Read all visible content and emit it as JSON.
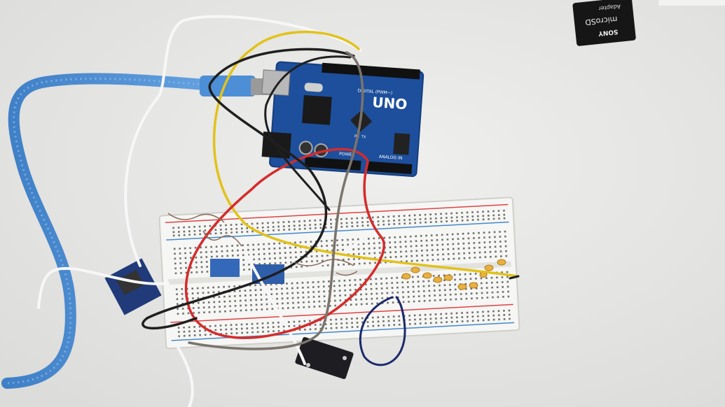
{
  "photo": {
    "background_color": "#e8e8e6",
    "board": {
      "brand": "UNO",
      "label_digital": "DIGITAL (PWM~)",
      "label_power": "POWER",
      "label_analog": "ANALOG IN",
      "label_tx": "TX",
      "label_rx": "RX",
      "color": "#1d4f9c"
    },
    "sd_adapter": {
      "line1": "Adapter",
      "line2": "microSD",
      "brand": "SONY"
    },
    "wire_colors": {
      "usb": "#4f8fd3",
      "red": "#d42c2c",
      "yellow": "#e2c21a",
      "black": "#1f1f1f",
      "white": "#f7f7f7",
      "navy": "#1b2a6b",
      "gray": "#7a746c"
    }
  }
}
